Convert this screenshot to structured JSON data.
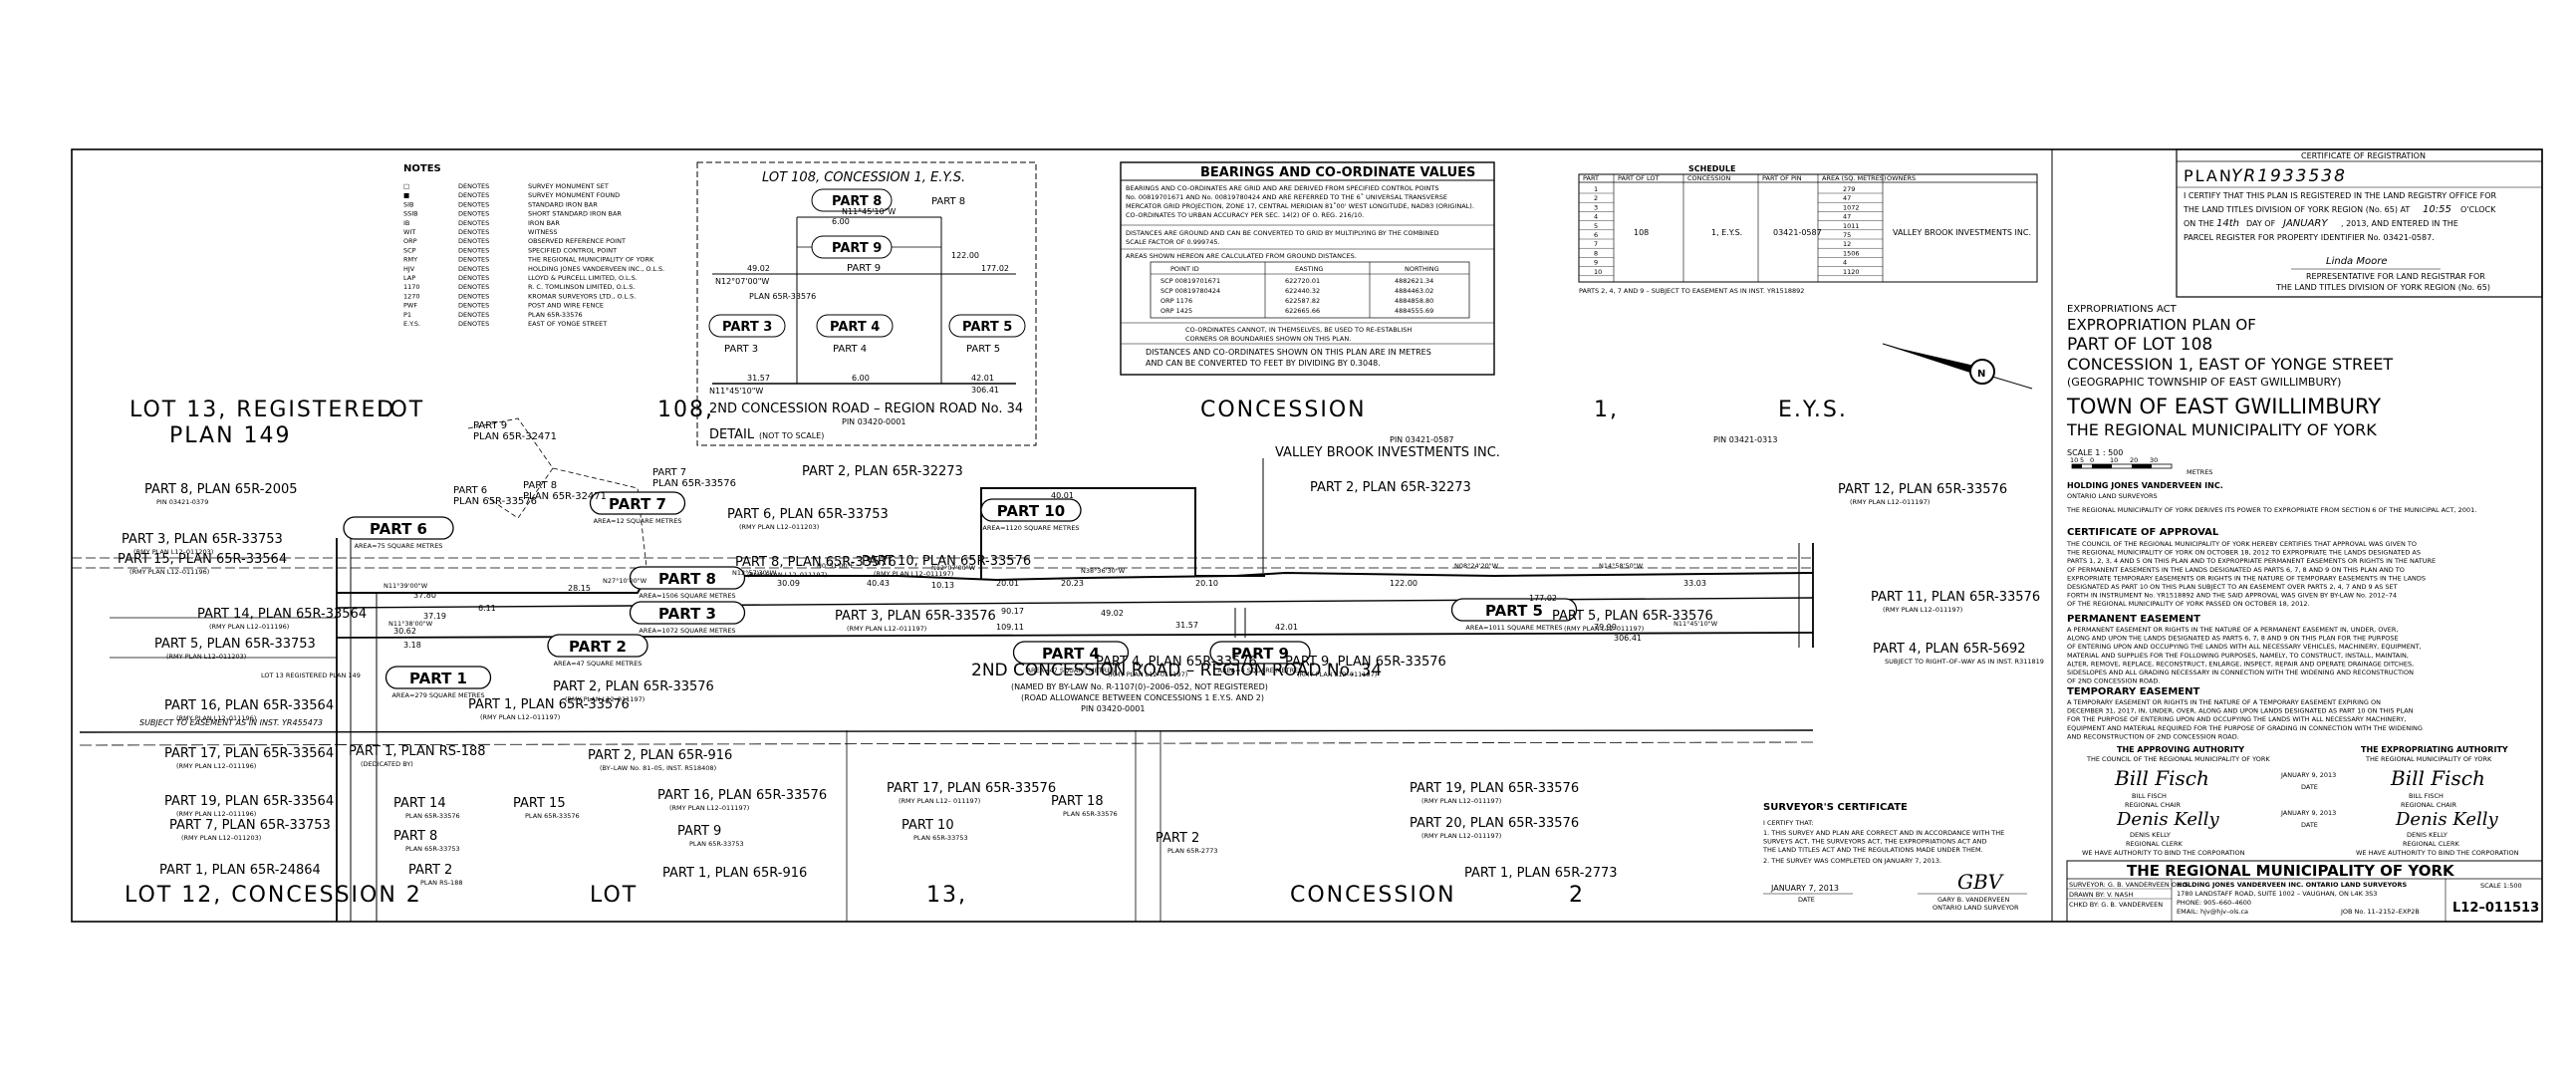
{
  "notes": {
    "title": "NOTES",
    "items": [
      {
        "sym": "□",
        "word": "DENOTES",
        "desc": "SURVEY MONUMENT SET"
      },
      {
        "sym": "■",
        "word": "DENOTES",
        "desc": "SURVEY MONUMENT FOUND"
      },
      {
        "sym": "SIB",
        "word": "DENOTES",
        "desc": "STANDARD IRON BAR"
      },
      {
        "sym": "SSIB",
        "word": "DENOTES",
        "desc": "SHORT STANDARD IRON BAR"
      },
      {
        "sym": "IB",
        "word": "DENOTES",
        "desc": "IRON BAR"
      },
      {
        "sym": "WIT",
        "word": "DENOTES",
        "desc": "WITNESS"
      },
      {
        "sym": "ORP",
        "word": "DENOTES",
        "desc": "OBSERVED REFERENCE POINT"
      },
      {
        "sym": "SCP",
        "word": "DENOTES",
        "desc": "SPECIFIED CONTROL POINT"
      },
      {
        "sym": "RMY",
        "word": "DENOTES",
        "desc": "THE REGIONAL MUNICIPALITY OF YORK"
      },
      {
        "sym": "HJV",
        "word": "DENOTES",
        "desc": "HOLDING JONES VANDERVEEN INC., O.L.S."
      },
      {
        "sym": "LAP",
        "word": "DENOTES",
        "desc": "LLOYD & PURCELL LIMITED, O.L.S."
      },
      {
        "sym": "1170",
        "word": "DENOTES",
        "desc": "R. C. TOMLINSON LIMITED, O.L.S."
      },
      {
        "sym": "1270",
        "word": "DENOTES",
        "desc": "KROMAR SURVEYORS LTD., O.L.S."
      },
      {
        "sym": "PWF",
        "word": "DENOTES",
        "desc": "POST AND WIRE FENCE"
      },
      {
        "sym": "P1",
        "word": "DENOTES",
        "desc": "PLAN 65R-33576"
      },
      {
        "sym": "E.Y.S.",
        "word": "DENOTES",
        "desc": "EAST OF YONGE STREET"
      }
    ]
  },
  "detail": {
    "lot_title": "LOT 108, CONCESSION 1, E.Y.S.",
    "road": "2ND CONCESSION ROAD – REGION ROAD No. 34",
    "pin": "PIN 03420-0001",
    "label": "DETAIL",
    "scale_note": "(NOT TO SCALE)",
    "parts": [
      "PART 8",
      "PART 9",
      "PART 3",
      "PART 4",
      "PART 5"
    ],
    "sub_parts": [
      "PART 3",
      "PART 4",
      "PART 5",
      "PART 8",
      "PART 9"
    ],
    "dims": [
      "6.00",
      "6.00",
      "49.02",
      "177.02",
      "122.00",
      "31.57",
      "6.00",
      "42.01",
      "306.41"
    ],
    "bearings": [
      "N11°45'10\"W",
      "N12°07'00\"W",
      "N11°45'10\"W"
    ],
    "plan_note": "PLAN 65R-33576"
  },
  "bearings_box": {
    "title": "BEARINGS AND CO-ORDINATE VALUES",
    "para1": [
      "BEARINGS AND CO-ORDINATES ARE GRID AND ARE DERIVED FROM SPECIFIED CONTROL POINTS",
      "No. 00819701671 AND No. 00819780424 AND ARE REFERRED TO THE 6˚ UNIVERSAL TRANSVERSE",
      "MERCATOR GRID PROJECTION, ZONE 17, CENTRAL MERIDIAN 81˚00' WEST LONGITUDE, NAD83 (ORIGINAL).",
      "CO-ORDINATES TO URBAN ACCURACY PER SEC. 14(2) OF O. REG. 216/10."
    ],
    "para2": [
      "DISTANCES ARE GROUND AND CAN BE CONVERTED TO GRID BY MULTIPLYING BY THE COMBINED",
      "SCALE FACTOR OF 0.999745."
    ],
    "para3": "AREAS SHOWN HEREON ARE CALCULATED FROM GROUND DISTANCES.",
    "columns": [
      "POINT ID",
      "EASTING",
      "NORTHING"
    ],
    "rows": [
      [
        "SCP 00819701671",
        "622720.01",
        "4882621.34"
      ],
      [
        "SCP 00819780424",
        "622440.32",
        "4884463.02"
      ],
      [
        "ORP 1176",
        "622587.82",
        "4884858.80"
      ],
      [
        "ORP 1425",
        "622665.66",
        "4884555.69"
      ]
    ],
    "caution": [
      "CO-ORDINATES CANNOT, IN THEMSELVES, BE USED TO RE-ESTABLISH",
      "CORNERS OR BOUNDARIES SHOWN ON THIS PLAN."
    ],
    "metres_note": [
      "DISTANCES AND CO-ORDINATES SHOWN ON THIS PLAN ARE IN METRES",
      "AND CAN BE CONVERTED TO FEET BY DIVIDING BY 0.3048."
    ]
  },
  "schedule": {
    "title": "SCHEDULE",
    "columns": [
      "PART",
      "PART OF LOT",
      "CONCESSION",
      "PART OF PIN",
      "AREA (SQ. METRES)",
      "OWNERS"
    ],
    "parts": [
      "1",
      "2",
      "3",
      "4",
      "5",
      "6",
      "7",
      "8",
      "9",
      "10"
    ],
    "areas": [
      "279",
      "47",
      "1072",
      "47",
      "1011",
      "75",
      "12",
      "1506",
      "4",
      "1120"
    ],
    "lot": "108",
    "concession": "1, E.Y.S.",
    "pin": "03421-0587",
    "owner": "VALLEY BROOK INVESTMENTS INC.",
    "footnote": "PARTS 2, 4, 7 AND 9 – SUBJECT TO EASEMENT AS IN INST. YR1518892"
  },
  "registration": {
    "header": "CERTIFICATE OF REGISTRATION",
    "plan_prefix": "PLAN",
    "plan_no": "YR1933538",
    "line1": "I CERTIFY THAT THIS PLAN IS REGISTERED IN THE LAND REGISTRY OFFICE FOR",
    "line2a": "THE LAND TITLES DIVISION OF YORK REGION (No. 65) AT",
    "time": "10:55",
    "line2b": "O'CLOCK",
    "line3a": "ON THE",
    "day": "14th",
    "line3b": "DAY OF",
    "month": "JANUARY",
    "line3c": ", 2013, AND ENTERED IN THE",
    "line4": "PARCEL REGISTER FOR PROPERTY IDENTIFIER No. 03421-0587.",
    "signature": "Linda Moore",
    "rep1": "REPRESENTATIVE FOR LAND REGISTRAR FOR",
    "rep2": "THE LAND TITLES DIVISION OF YORK REGION (No. 65)"
  },
  "title_block": {
    "act": "EXPROPRIATIONS ACT",
    "l1": "EXPROPRIATION PLAN OF",
    "l2": "PART OF LOT 108",
    "l3": "CONCESSION 1, EAST OF YONGE STREET",
    "l4": "(GEOGRAPHIC TOWNSHIP OF EAST GWILLIMBURY)",
    "l5": "TOWN OF EAST GWILLIMBURY",
    "l6": "THE REGIONAL MUNICIPALITY OF YORK",
    "scale": "SCALE  1 : 500",
    "scale_ticks": [
      "10",
      "5",
      "0",
      "10",
      "20",
      "30"
    ],
    "scale_unit": "METRES",
    "firm": "HOLDING JONES VANDERVEEN INC.",
    "firm2": "ONTARIO LAND SURVEYORS",
    "auth": "THE REGIONAL MUNICIPALITY OF YORK DERIVES ITS POWER TO EXPROPRIATE FROM SECTION 6 OF THE MUNICIPAL ACT, 2001.",
    "cert_title": "CERTIFICATE OF APPROVAL",
    "cert_lines": [
      "THE COUNCIL OF THE REGIONAL MUNICIPALITY OF YORK HEREBY CERTIFIES THAT APPROVAL WAS GIVEN TO",
      "THE REGIONAL MUNICIPALITY OF YORK ON OCTOBER 18, 2012 TO EXPROPRIATE THE LANDS DESIGNATED AS",
      "PARTS 1, 2, 3, 4 AND 5 ON THIS PLAN AND TO EXPROPRIATE PERMANENT EASEMENTS OR RIGHTS IN THE NATURE",
      "OF PERMANENT EASEMENTS IN THE LANDS DESIGNATED AS PARTS 6, 7, 8 AND 9 ON THIS PLAN AND TO",
      "EXPROPRIATE TEMPORARY EASEMENTS OR RIGHTS IN THE NATURE OF TEMPORARY EASEMENTS IN THE LANDS",
      "DESIGNATED AS PART 10 ON THIS PLAN SUBJECT TO AN EASEMENT OVER PARTS 2, 4, 7 AND 9 AS SET",
      "FORTH IN INSTRUMENT No. YR1518892 AND THE SAID APPROVAL WAS GIVEN BY BY-LAW No. 2012–74",
      "OF THE REGIONAL MUNICIPALITY OF YORK PASSED ON OCTOBER 18, 2012."
    ],
    "perm_title": "PERMANENT EASEMENT",
    "perm_lines": [
      "A PERMANENT EASEMENT OR RIGHTS IN THE NATURE OF A PERMANENT EASEMENT IN, UNDER, OVER,",
      "ALONG AND UPON THE LANDS DESIGNATED AS PARTS 6, 7, 8 AND 9 ON THIS PLAN FOR THE PURPOSE",
      "OF ENTERING UPON AND OCCUPYING THE LANDS WITH ALL NECESSARY VEHICLES, MACHINERY, EQUIPMENT,",
      "MATERIAL AND SUPPLIES FOR THE FOLLOWING PURPOSES, NAMELY, TO CONSTRUCT, INSTALL, MAINTAIN,",
      "ALTER, REMOVE, REPLACE, RECONSTRUCT, ENLARGE, INSPECT, REPAIR AND OPERATE DRAINAGE DITCHES,",
      "SIDESLOPES AND ALL GRADING NECESSARY IN CONNECTION WITH THE WIDENING AND RECONSTRUCTION",
      "OF 2ND CONCESSION ROAD."
    ],
    "temp_title": "TEMPORARY EASEMENT",
    "temp_lines": [
      "A TEMPORARY EASEMENT OR RIGHTS IN THE NATURE OF A TEMPORARY EASEMENT EXPIRING ON",
      "DECEMBER 31, 2017, IN, UNDER, OVER, ALONG AND UPON LANDS DESIGNATED AS PART 10 ON THIS PLAN",
      "FOR THE PURPOSE OF ENTERING UPON AND OCCUPYING THE LANDS WITH ALL NECESSARY MACHINERY,",
      "EQUIPMENT AND MATERIAL REQUIRED FOR THE PURPOSE OF GRADING IN CONNECTION WITH THE WIDENING",
      "AND RECONSTRUCTION OF 2ND CONCESSION ROAD."
    ],
    "approving": "THE APPROVING AUTHORITY",
    "approving_sub": "THE COUNCIL OF THE REGIONAL MUNICIPALITY OF YORK",
    "expropriating": "THE EXPROPRIATING AUTHORITY",
    "expropriating_sub": "THE REGIONAL MUNICIPALITY OF YORK",
    "sig1": "Bill Fisch",
    "sig2": "Denis Kelly",
    "name1": "BILL FISCH",
    "role1": "REGIONAL CHAIR",
    "name2": "DENIS KELLY",
    "role2": "REGIONAL CLERK",
    "date_label": "DATE",
    "date_val": "JANUARY 9, 2013",
    "auth_note": "WE HAVE AUTHORITY TO BIND THE CORPORATION",
    "region": "THE REGIONAL MUNICIPALITY OF YORK",
    "surveyor": "SURVEYOR: G. B. VANDERVEEN O.L.S.",
    "drawn": "DRAWN BY: V. NASH",
    "chkd": "CHKD BY: G. B. VANDERVEEN",
    "firm_full": "HOLDING JONES VANDERVEEN INC. ONTARIO LAND SURVEYORS",
    "addr": "1780 LANDSTAFF ROAD, SUITE 1002 – VAUGHAN, ON  L4K 3S3",
    "phone": "PHONE: 905–660–4600",
    "email": "EMAIL: hjv@hjv–ols.ca",
    "job": "JOB No. 11–2152–EXP2B",
    "scale_small": "SCALE  1:500",
    "drawing_no": "L12–011513"
  },
  "surveyor_cert": {
    "title": "SURVEYOR'S CERTIFICATE",
    "i_certify": "I CERTIFY THAT:",
    "p1": [
      "1. THIS SURVEY AND PLAN ARE CORRECT AND IN ACCORDANCE WITH THE",
      "SURVEYS ACT, THE SURVEYORS ACT, THE EXPROPRIATIONS ACT AND",
      "THE LAND TITLES ACT AND THE REGULATIONS MADE UNDER THEM."
    ],
    "p2": "2. THE SURVEY WAS COMPLETED ON JANUARY 7, 2013.",
    "date": "JANUARY 7, 2013",
    "date_label": "DATE",
    "sig": "GBV",
    "name": "GARY B. VANDERVEEN",
    "role": "ONTARIO LAND SURVEYOR"
  },
  "map": {
    "lot13": "LOT 13, REGISTERED",
    "plan149": "PLAN 149",
    "lot_word": "LOT",
    "lot_no": "108,",
    "concession_word": "CONCESSION",
    "concession_no": "1,",
    "eys": "E.Y.S.",
    "lot12": "LOT 12, CONCESSION 2",
    "lot_bottom": "LOT",
    "thirteen": "13,",
    "conc_bottom": "CONCESSION",
    "two": "2",
    "road": "2ND CONCESSION ROAD – REGION ROAD No. 34",
    "road_named": "(NAMED BY BY-LAW No. R-1107(0)–2006–052, NOT REGISTERED)",
    "road_allow": "(ROAD ALLOWANCE BETWEEN CONCESSIONS 1 E.Y.S. AND 2)",
    "road_pin": "PIN 03420-0001",
    "valley": "VALLEY BROOK INVESTMENTS INC.",
    "valley_pin": "PIN 03421-0587",
    "pin_right": "PIN 03421-0313",
    "parts": [
      {
        "name": "PART 1",
        "area": "AREA=279 SQUARE METRES"
      },
      {
        "name": "PART 2",
        "area": "AREA=47 SQUARE METRES"
      },
      {
        "name": "PART 3",
        "area": "AREA=1072 SQUARE METRES"
      },
      {
        "name": "PART 4",
        "area": "AREA=47 SQUARE METRES"
      },
      {
        "name": "PART 5",
        "area": "AREA=1011 SQUARE METRES"
      },
      {
        "name": "PART 6",
        "area": "AREA=75 SQUARE METRES"
      },
      {
        "name": "PART 7",
        "area": "AREA=12 SQUARE METRES"
      },
      {
        "name": "PART 8",
        "area": "AREA=1506 SQUARE METRES"
      },
      {
        "name": "PART 9",
        "area": "AREA=4 SQUARE METRES"
      },
      {
        "name": "PART 10",
        "area": "AREA=1120 SQUARE METRES"
      }
    ],
    "labels": [
      {
        "t": "PART 8, PLAN 65R-2005",
        "s": "PIN 03421-0379"
      },
      {
        "t": "PART 3, PLAN 65R-33753",
        "s": "(RMY PLAN L12–011203)"
      },
      {
        "t": "PART 15, PLAN 65R-33564",
        "s": "(RMY PLAN L12–011196)"
      },
      {
        "t": "PART 14, PLAN 65R-33564",
        "s": "(RMY PLAN L12–011196)"
      },
      {
        "t": "PART 5, PLAN 65R-33753",
        "s": "(RMY PLAN L12–011203)"
      },
      {
        "t": "PART 16, PLAN 65R-33564",
        "s": "(RMY PLAN L12–011196)"
      },
      {
        "t": "PART 17, PLAN 65R-33564",
        "s": "(RMY PLAN L12–011196)"
      },
      {
        "t": "PART 19, PLAN 65R-33564",
        "s": "(RMY PLAN L12–011196)"
      },
      {
        "t": "PART 7, PLAN 65R-33753",
        "s": "(RMY PLAN L12–011203)"
      },
      {
        "t": "PART 1, PLAN 65R-24864",
        "s": ""
      },
      {
        "t": "PART 2, PLAN 65R-32273",
        "s": ""
      },
      {
        "t": "PART 6, PLAN 65R-33753",
        "s": "(RMY PLAN L12–011203)"
      },
      {
        "t": "PART 8, PLAN 65R-33576",
        "s": "(RMY PLAN L12–011197)"
      },
      {
        "t": "PART 3, PLAN 65R-33576",
        "s": "(RMY PLAN L12–011197)"
      },
      {
        "t": "PART 10, PLAN 65R-33576",
        "s": "(RMY PLAN L12–011197)"
      },
      {
        "t": "PART 2, PLAN 65R-32273",
        "s": ""
      },
      {
        "t": "PART 12, PLAN 65R-33576",
        "s": "(RMY PLAN L12–011197)"
      },
      {
        "t": "PART 11, PLAN 65R-33576",
        "s": "(RMY PLAN L12–011197)"
      },
      {
        "t": "PART 5, PLAN 65R-33576",
        "s": "(RMY PLAN L12–011197)"
      },
      {
        "t": "PART 4, PLAN 65R-5692",
        "s": "SUBJECT TO RIGHT–OF–WAY AS IN INST. R311819"
      },
      {
        "t": "PART 1, PLAN 65R-33576",
        "s": "(RMY PLAN L12–011197)"
      },
      {
        "t": "PART 2, PLAN 65R-33576",
        "s": "(RMY PLAN L12–011197)"
      },
      {
        "t": "PART 4, PLAN 65R-33576",
        "s": "(RMY PLAN L12–011197)"
      },
      {
        "t": "PART 9, PLAN 65R-33576",
        "s": "(RMY PLAN L12–011197)"
      },
      {
        "t": "PART 1, PLAN RS-188",
        "s": "(DEDICATED BY)"
      },
      {
        "t": "PART 2, PLAN 65R-916",
        "s": "(BY–LAW No. 81–05, INST. R518408)"
      },
      {
        "t": "PART 17, PLAN 65R-33576",
        "s": "(RMY PLAN L12– 011197)"
      },
      {
        "t": "PART 19, PLAN 65R-33576",
        "s": "(RMY PLAN L12–011197)"
      },
      {
        "t": "PART 16, PLAN 65R-33576",
        "s": "(RMY PLAN L12–011197)"
      },
      {
        "t": "PART 20, PLAN 65R-33576",
        "s": "(RMY PLAN L12–011197)"
      },
      {
        "t": "PART 18",
        "s": "PLAN 65R-33576"
      },
      {
        "t": "PART 9",
        "s": "PLAN 65R-33753"
      },
      {
        "t": "PART 10",
        "s": "PLAN 65R-33753"
      },
      {
        "t": "PART 1, PLAN 65R-916",
        "s": ""
      },
      {
        "t": "PART 1, PLAN 65R-2773",
        "s": ""
      },
      {
        "t": "PART 14",
        "s": "PLAN 65R-33576"
      },
      {
        "t": "PART 15",
        "s": "PLAN 65R-33576"
      },
      {
        "t": "PART 8",
        "s": "PLAN 65R-33753"
      },
      {
        "t": "PART 2",
        "s": "PLAN RS-188"
      },
      {
        "t": "PART 2",
        "s": "PLAN 65R-2773"
      }
    ],
    "mini": [
      {
        "t": "PART 9",
        "s": "PLAN 65R-32471"
      },
      {
        "t": "PART 6",
        "s": "PLAN 65R-33576"
      },
      {
        "t": "PART 7",
        "s": "PLAN 65R-33576"
      },
      {
        "t": "PART 8",
        "s": "PLAN 65R-32471"
      }
    ],
    "subject_easement": "SUBJECT TO EASEMENT AS IN INST. YR455473",
    "lot13_corner": "LOT 13 REGISTERED PLAN 149",
    "bearings": [
      "N11°39'00\"W",
      "N11°38'00\"W",
      "N12°07'00\"W",
      "N27°10'00\"W",
      "N12°57'30\"W",
      "N0°51'00\"E",
      "N38°36'30\"W",
      "N08°24'20\"W",
      "N14°58'50\"W",
      "N11°45'10\"W"
    ],
    "dims": [
      "37.80",
      "37.19",
      "30.62",
      "28.15",
      "30.09",
      "40.43",
      "10.13",
      "20.01",
      "20.23",
      "20.10",
      "122.00",
      "33.03",
      "177.02",
      "79.99",
      "306.41",
      "90.17",
      "109.11",
      "31.57",
      "49.02",
      "40.01",
      "42.01",
      "3.18",
      "6.11"
    ]
  }
}
